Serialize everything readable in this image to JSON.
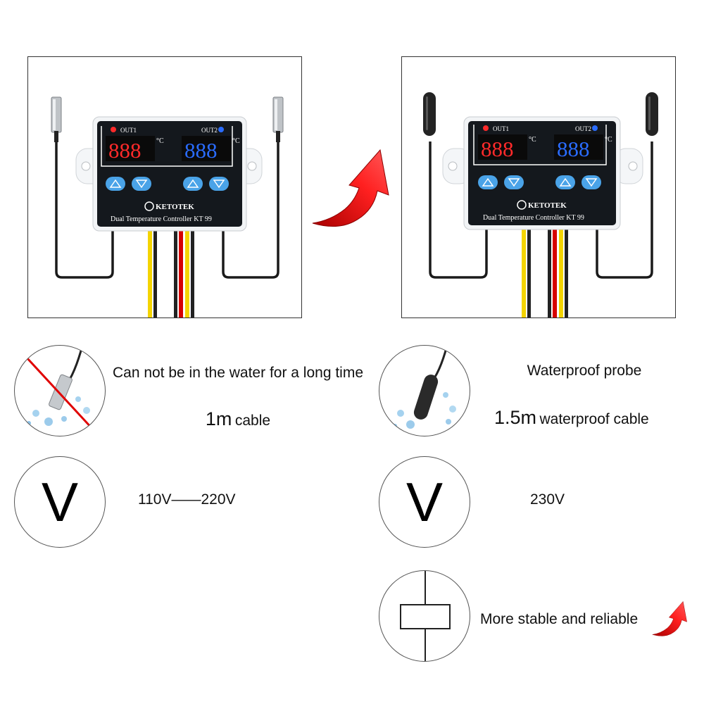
{
  "colors": {
    "accent_red": "#e00000",
    "display_red": "#ff2a2a",
    "display_blue": "#2a6cff",
    "button_blue": "#4aa3e8",
    "wire_yellow": "#f4d400",
    "wire_red": "#d60000"
  },
  "left_product": {
    "brand": "KETOTEK",
    "model_text": "Dual Temperature Controller  KT 99",
    "out1_label": "OUT1",
    "out2_label": "OUT2",
    "display1": "888",
    "display2": "888",
    "unit": "°C",
    "probe_icon": "steel-probe-icon"
  },
  "right_product": {
    "brand": "KETOTEK",
    "model_text": "Dual Temperature Controller  KT 99",
    "out1_label": "OUT1",
    "out2_label": "OUT2",
    "display1": "888",
    "display2": "888",
    "unit": "°C",
    "probe_icon": "waterproof-probe-icon"
  },
  "upgrade_arrow_icon": "red-up-arrow-icon",
  "left_features": {
    "probe_text": "Can not be in the water for a long time",
    "cable_length": "1m",
    "cable_text": "cable",
    "voltage_symbol": "V",
    "voltage_text": "110V——220V"
  },
  "right_features": {
    "probe_text": "Waterproof probe",
    "cable_length": "1.5m",
    "cable_text": "waterproof cable",
    "voltage_symbol": "V",
    "voltage_text": "230V",
    "relay_text": "More stable and reliable",
    "relay_icon": "relay-symbol-icon"
  }
}
